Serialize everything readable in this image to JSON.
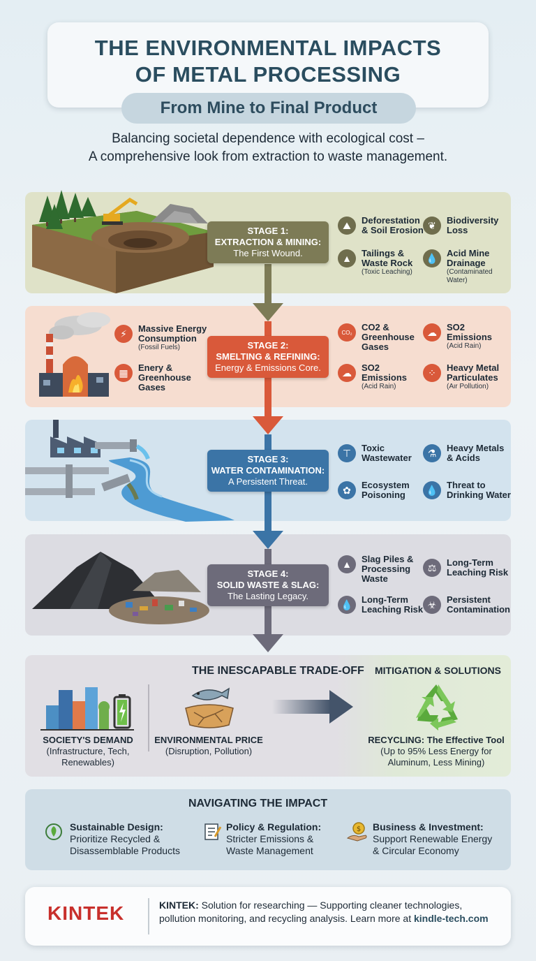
{
  "header": {
    "title_line1": "THE ENVIRONMENTAL IMPACTS",
    "title_line2": "OF METAL PROCESSING",
    "subtitle": "From Mine to Final Product",
    "intro_line1": "Balancing societal dependence with ecological cost –",
    "intro_line2": "A comprehensive look from extraction to waste management."
  },
  "stages": [
    {
      "title_line1": "STAGE 1:",
      "title_line2": "EXTRACTION & MINING:",
      "desc": "The First Wound.",
      "color": "#7d7b56",
      "impacts": [
        {
          "l1": "Deforestation",
          "l2": "& Soil Erosion",
          "sub": "",
          "icon": "landslide-icon"
        },
        {
          "l1": "Biodiversity",
          "l2": "Loss",
          "sub": "",
          "icon": "leaf-icon"
        },
        {
          "l1": "Tailings &",
          "l2": "Waste Rock",
          "sub": "(Toxic Leaching)",
          "icon": "rock-pile-icon"
        },
        {
          "l1": "Acid Mine",
          "l2": "Drainage",
          "sub": "(Contaminated Water)",
          "icon": "water-drop-icon"
        }
      ]
    },
    {
      "title_line1": "STAGE 2:",
      "title_line2": "SMELTING & REFINING:",
      "desc": "Energy & Emissions Core.",
      "color": "#d9593a",
      "impacts_left": [
        {
          "l1": "Massive Energy",
          "l2": "Consumption",
          "sub": "(Fossil Fuels)",
          "icon": "lightning-icon"
        },
        {
          "l1": "Enery &",
          "l2": "Greenhouse",
          "l3": "Gases",
          "sub": "",
          "icon": "factory-icon"
        }
      ],
      "impacts": [
        {
          "l1": "CO2 &",
          "l2": "Greenhouse",
          "l3": "Gases",
          "sub": "",
          "icon": "co2-cloud-icon"
        },
        {
          "l1": "SO2",
          "l2": "Emissions",
          "sub": "(Acid Rain)",
          "icon": "rain-cloud-icon"
        },
        {
          "l1": "SO2",
          "l2": "Emissions",
          "sub": "(Acid Rain)",
          "icon": "rain-cloud-icon"
        },
        {
          "l1": "Heavy Metal",
          "l2": "Particulates",
          "sub": "(Aιr Pollution)",
          "icon": "particles-icon"
        }
      ]
    },
    {
      "title_line1": "STAGE 3:",
      "title_line2": "WATER CONTAMINATION:",
      "desc": "A Persistent Threat.",
      "color": "#3b74a6",
      "impacts": [
        {
          "l1": "Toxic",
          "l2": "Wastewater",
          "sub": "",
          "icon": "faucet-icon"
        },
        {
          "l1": "Heavy Metals",
          "l2": "& Acids",
          "sub": "",
          "icon": "flask-icon"
        },
        {
          "l1": "Ecosystem",
          "l2": "Poisoning",
          "sub": "",
          "icon": "sprout-icon"
        },
        {
          "l1": "Threat to",
          "l2": "Drinking Water",
          "sub": "",
          "icon": "water-drop-icon"
        }
      ]
    },
    {
      "title_line1": "STAGE 4:",
      "title_line2": "SOLID WASTE & SLAG:",
      "desc": "The Lasting Legacy.",
      "color": "#6d6b7a",
      "impacts": [
        {
          "l1": "Slag Piles &",
          "l2": "Processing",
          "l3": "Waste",
          "icon": "mountain-icon"
        },
        {
          "l1": "Long-Term",
          "l2": "Leaching Risk",
          "icon": "scale-icon"
        },
        {
          "l1": "Long-Term",
          "l2": "Leaching Risk",
          "icon": "drops-icon"
        },
        {
          "l1": "Persistent",
          "l2": "Contamination",
          "icon": "biohazard-icon"
        }
      ]
    }
  ],
  "tradeoff": {
    "title": "THE INESCAPABLE TRADE-OFF",
    "mitigation_title": "MITIGATION & SOLUTIONS",
    "demand_title": "SOCIETY'S DEMAND",
    "demand_desc1": "(Infrastructure, Tech,",
    "demand_desc2": "Renewables)",
    "price_title": "ENVIRONMENTAL PRICE",
    "price_desc": "(Disruption, Pollution)",
    "recycle_title": "RECYCLING: The Effective Tool",
    "recycle_desc1": "(Up to 95% Less Energy for",
    "recycle_desc2": "Aluminum, Less Mining)"
  },
  "navigate": {
    "title": "NAVIGATING THE IMPACT",
    "items": [
      {
        "title": "Sustainable Design:",
        "d1": "Prioritize Recycled &",
        "d2": "Disassemblable Products",
        "icon": "hands-leaf-icon"
      },
      {
        "title": "Policy & Regulation:",
        "d1": "Stricter Emissions &",
        "d2": "Waste Management",
        "icon": "document-icon"
      },
      {
        "title": "Business & Investment:",
        "d1": "Support Renewable Energy",
        "d2": "& Circular Economy",
        "icon": "money-hand-icon"
      }
    ]
  },
  "footer": {
    "logo": "KINTEK",
    "brand": "KINTEK:",
    "text1": " Solution for researching — Supporting cleaner technologies,",
    "text2": "pollution monitoring, and recycling analysis. Learn more at ",
    "link": "kindle-tech.com"
  }
}
